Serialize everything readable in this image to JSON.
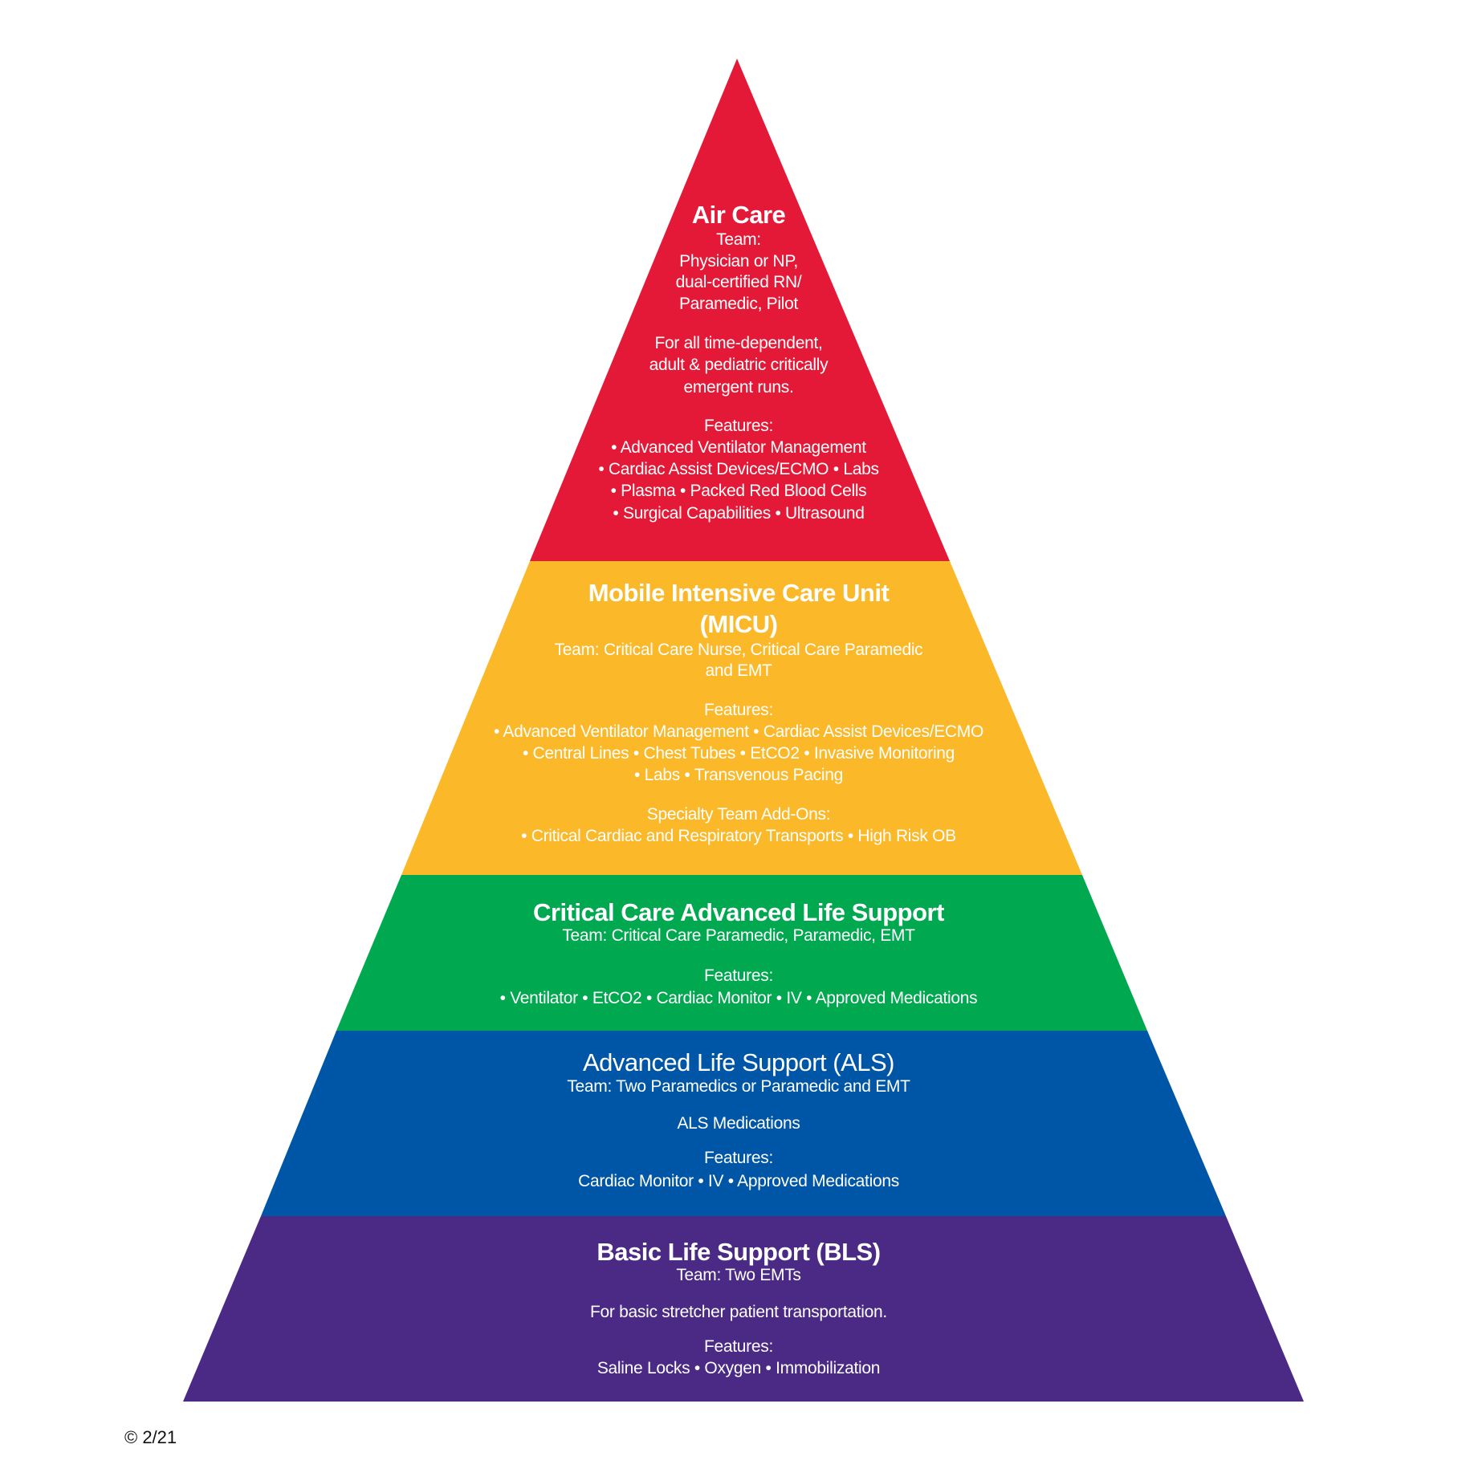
{
  "tiers": {
    "air": {
      "color": "#E31937",
      "title": "Air Care",
      "lines": [
        "Team:",
        "Physician or NP,",
        "dual-certified RN/",
        "Paramedic, Pilot",
        "For all time-dependent,",
        "adult & pediatric critically",
        "emergent runs.",
        "Features:",
        "•  Advanced Ventilator Management",
        "• Cardiac Assist Devices/ECMO • Labs",
        "•  Plasma • Packed Red Blood Cells",
        "•  Surgical Capabilities • Ultrasound"
      ]
    },
    "micu": {
      "color": "#FBB829",
      "title_line1": "Mobile Intensive Care Unit",
      "title_line2": "(MICU)",
      "lines": [
        "Team: Critical Care Nurse, Critical Care Paramedic",
        "and EMT",
        "Features:",
        "• Advanced Ventilator Management • Cardiac Assist Devices/ECMO",
        "• Central Lines • Chest Tubes • EtCO2 • Invasive Monitoring",
        "• Labs • Transvenous Pacing",
        "Specialty Team Add-Ons:",
        "• Critical Cardiac and Respiratory Transports • High Risk OB"
      ]
    },
    "ccals": {
      "color": "#00A84F",
      "title": "Critical Care Advanced Life Support",
      "lines": [
        "Team: Critical Care Paramedic, Paramedic, EMT",
        "Features:",
        "• Ventilator • EtCO2 • Cardiac Monitor • IV • Approved Medications"
      ]
    },
    "als": {
      "color": "#0056A6",
      "title": "Advanced Life Support (ALS)",
      "lines": [
        "Team: Two Paramedics or Paramedic and EMT",
        "ALS Medications",
        "Features:",
        "Cardiac Monitor • IV • Approved Medications"
      ]
    },
    "bls": {
      "color": "#4A2A85",
      "title": "Basic Life Support (BLS)",
      "lines": [
        "Team: Two EMTs",
        "For basic stretcher patient transportation.",
        "Features:",
        "Saline Locks • Oxygen • Immobilization"
      ]
    }
  },
  "footer": {
    "copyright": "© 2/21"
  }
}
